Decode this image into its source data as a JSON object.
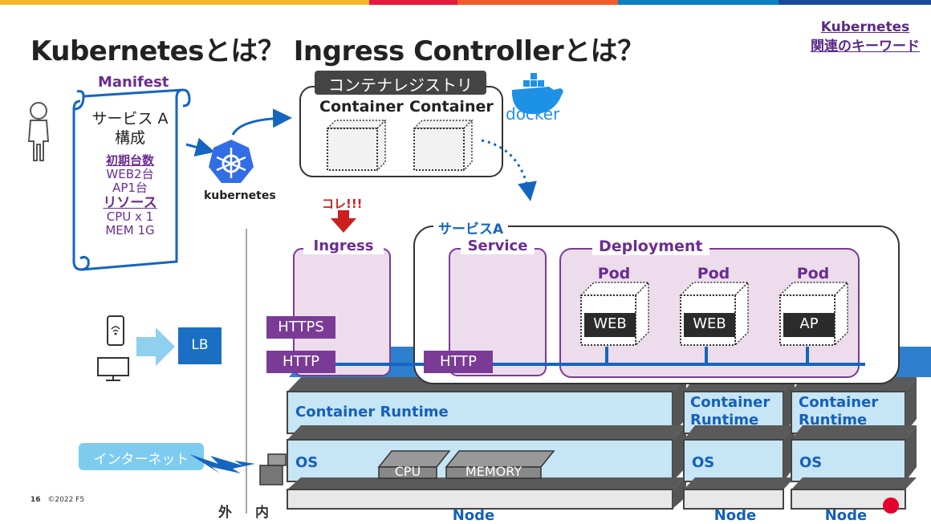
{
  "title": "Kubernetesとは？ Ingress Controllerとは？",
  "keyword_link": {
    "line1": "Kubernetes",
    "line2": "関連のキーワード"
  },
  "manifest": {
    "label": "Manifest",
    "service_name": "サービス A",
    "config": "構成",
    "initial_count_label": "初期台数",
    "web_count": "WEB2台",
    "ap_count": "AP1台",
    "resource_label": "リソース",
    "cpu": "CPU x 1",
    "mem": "MEM 1G"
  },
  "kubernetes_label": "kubernetes",
  "registry": {
    "title": "コンテナレジストリ",
    "container1": "Container",
    "container2": "Container"
  },
  "docker_label": "docker",
  "kore_label": "コレ!!!",
  "ingress_label": "Ingress",
  "service_group_label": "サービスA",
  "service_label": "Service",
  "deployment_label": "Deployment",
  "pods": [
    {
      "label": "Pod",
      "app": "WEB"
    },
    {
      "label": "Pod",
      "app": "WEB"
    },
    {
      "label": "Pod",
      "app": "AP"
    }
  ],
  "protocols": {
    "https": "HTTPS",
    "http_ingress": "HTTP",
    "http_service": "HTTP"
  },
  "lb_label": "LB",
  "internet_label": "インターネット",
  "nodes": [
    {
      "runtime": "Container Runtime",
      "os": "OS",
      "node": "Node"
    },
    {
      "runtime": "Container Runtime",
      "os": "OS",
      "node": "Node"
    },
    {
      "runtime": "Container Runtime",
      "os": "OS",
      "node": "Node"
    }
  ],
  "hardware": {
    "cpu": "CPU",
    "memory": "MEMORY"
  },
  "zones": {
    "outside": "外",
    "inside": "内"
  },
  "footer": {
    "page": "16",
    "copyright": "©2022 F5"
  },
  "colors": {
    "purple": "#6b2d91",
    "purple_fill": "#ecdcec",
    "purple_box": "#7a3b96",
    "blue": "#1565c0",
    "light_blue": "#c6e5f5",
    "node_blue": "#1a6fc2",
    "red": "#cc1f1f"
  }
}
